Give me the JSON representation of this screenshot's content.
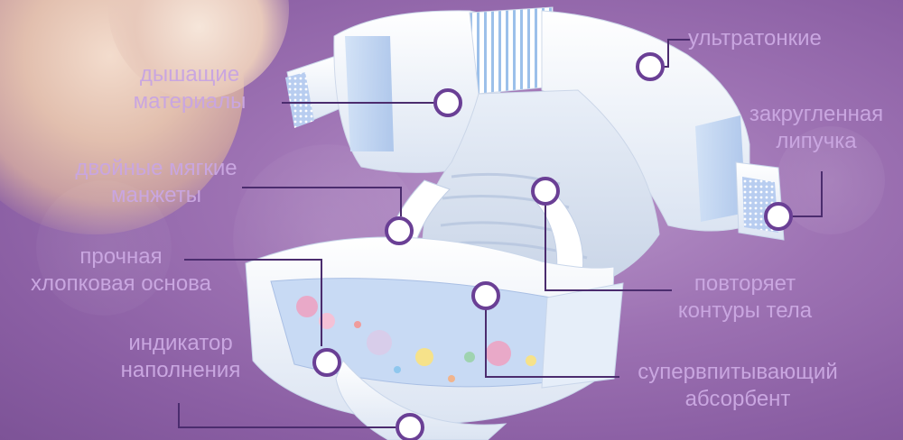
{
  "labels": {
    "breathable": [
      "дышащие",
      "материалы"
    ],
    "cuffs": [
      "двойные мягкие",
      "манжеты"
    ],
    "base": [
      "прочная",
      "хлопковая основа"
    ],
    "indicator": [
      "индикатор",
      "наполнения"
    ],
    "ultrathin": [
      "ультратонкие"
    ],
    "fastener": [
      "закругленная",
      "липучка"
    ],
    "contours": [
      "повторяет",
      "контуры тела"
    ],
    "absorbent": [
      "супервпитывающий",
      "абсорбент"
    ]
  },
  "colors": {
    "background": "#9d72b3",
    "label_text": "#c9a6e0",
    "callout_line": "#4b2c6e",
    "marker_fill": "#ffffff",
    "marker_stroke": "#6a3f95",
    "diaper_white": "#f4f7fc",
    "diaper_blue": "#b9cfee"
  }
}
